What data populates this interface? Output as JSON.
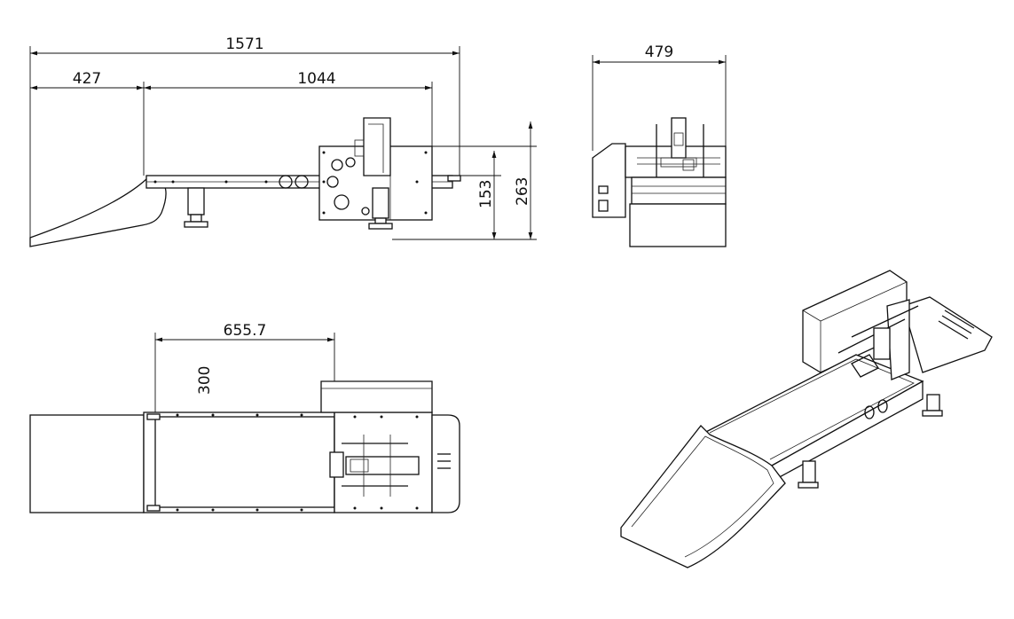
{
  "dimensions": {
    "side_overall": "1571",
    "side_chute": "427",
    "side_body": "1044",
    "side_height_mid": "153",
    "side_height_total": "263",
    "front_width": "479",
    "top_length": "655.7",
    "top_width": "300"
  },
  "colors": {
    "line": "#111111",
    "background": "#ffffff"
  }
}
